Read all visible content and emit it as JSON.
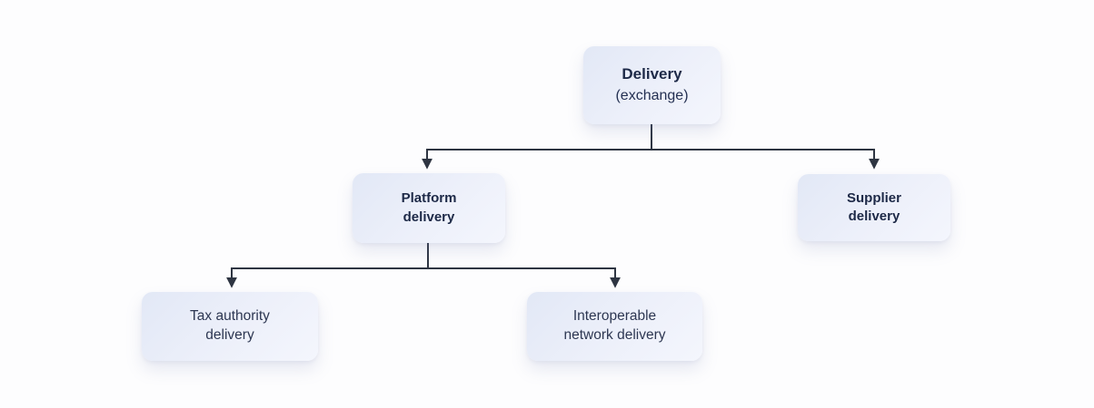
{
  "colors": {
    "background": "#fdfdfe",
    "node_fill_start": "#e2e8f6",
    "node_fill_end": "#f4f6fd",
    "node_text_bold": "#1d2947",
    "node_text_regular": "#2d3752",
    "connector": "#2e3542"
  },
  "nodes": {
    "delivery": {
      "title": "Delivery",
      "subtitle": "(exchange)"
    },
    "platform": {
      "label": "Platform\ndelivery"
    },
    "supplier": {
      "label": "Supplier\ndelivery"
    },
    "tax_authority": {
      "label": "Tax authority\ndelivery"
    },
    "interoperable": {
      "label": "Interoperable\nnetwork delivery"
    }
  },
  "edges": [
    {
      "from": "delivery",
      "to": "platform"
    },
    {
      "from": "delivery",
      "to": "supplier"
    },
    {
      "from": "platform",
      "to": "tax_authority"
    },
    {
      "from": "platform",
      "to": "interoperable"
    }
  ]
}
